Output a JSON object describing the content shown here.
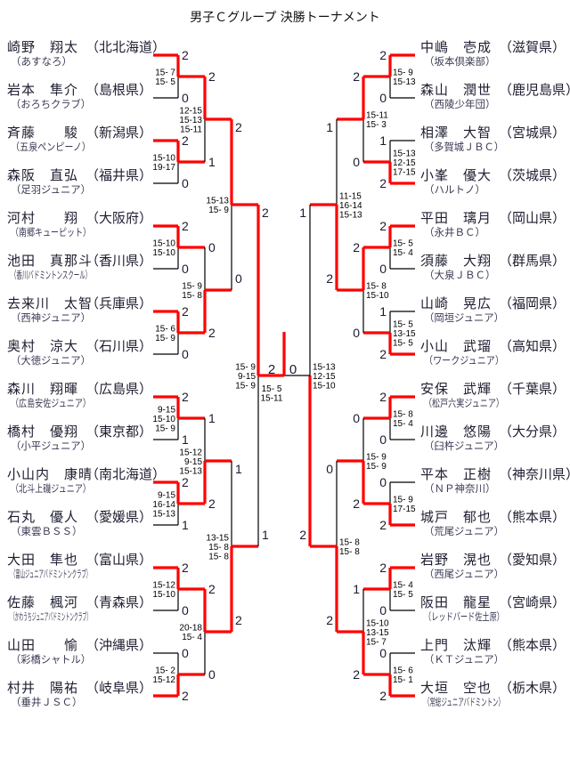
{
  "title": "男子Ｃグループ 決勝トーナメント",
  "colors": {
    "win": "#ff0000",
    "line": "#000000"
  },
  "left_players": [
    {
      "name": "崎野　翔太",
      "pref": "（北北海道）",
      "club": "（あすなろ）"
    },
    {
      "name": "岩本　隼介",
      "pref": "（島根県）",
      "club": "（おろちクラブ）"
    },
    {
      "name": "斉藤　　駿",
      "pref": "（新潟県）",
      "club": "（五泉ペンピーノ）"
    },
    {
      "name": "森阪　直弘",
      "pref": "（福井県）",
      "club": "（足羽ジュニア）"
    },
    {
      "name": "河村　　翔",
      "pref": "（大阪府）",
      "club": "（南郷キューピット）"
    },
    {
      "name": "池田　真那斗",
      "pref": "（香川県）",
      "club": "（香川バドミントンスクール）"
    },
    {
      "name": "去来川　太智",
      "pref": "（兵庫県）",
      "club": "（西神ジュニア）"
    },
    {
      "name": "奥村　涼大",
      "pref": "（石川県）",
      "club": "（大徳ジュニア）"
    },
    {
      "name": "森川　翔暉",
      "pref": "（広島県）",
      "club": "（広島安佐ジュニア）"
    },
    {
      "name": "橋村　優翔",
      "pref": "（東京都）",
      "club": "（小平ジュニア）"
    },
    {
      "name": "小山内　康晴",
      "pref": "（南北海道）",
      "club": "（北斗上磯ジュニア）"
    },
    {
      "name": "石丸　優人",
      "pref": "（愛媛県）",
      "club": "（東雲ＢＳＳ）"
    },
    {
      "name": "大田　隼也",
      "pref": "（富山県）",
      "club": "（富山ジュニアバドミントンクラブ）"
    },
    {
      "name": "佐藤　楓河",
      "pref": "（青森県）",
      "club": "（かわうちジュニアバドミントンクラブ）"
    },
    {
      "name": "山田　　愉",
      "pref": "（沖縄県）",
      "club": "（彩橋シャトル）"
    },
    {
      "name": "村井　陽祐",
      "pref": "（岐阜県）",
      "club": "（垂井ＪＳＣ）"
    }
  ],
  "right_players": [
    {
      "name": "中嶋　壱成",
      "pref": "（滋賀県）",
      "club": "（坂本倶楽部）"
    },
    {
      "name": "森山　潤世",
      "pref": "（鹿児島県）",
      "club": "（西陵少年団）"
    },
    {
      "name": "相澤　大智",
      "pref": "（宮城県）",
      "club": "（多賀城ＪＢＣ）"
    },
    {
      "name": "小峯　優大",
      "pref": "（茨城県）",
      "club": "（ハルトノ）"
    },
    {
      "name": "平田　璃月",
      "pref": "（岡山県）",
      "club": "（永井ＢＣ）"
    },
    {
      "name": "須藤　大翔",
      "pref": "（群馬県）",
      "club": "（大泉ＪＢＣ）"
    },
    {
      "name": "山崎　晃広",
      "pref": "（福岡県）",
      "club": "（岡垣ジュニア）"
    },
    {
      "name": "小山　武瑠",
      "pref": "（高知県）",
      "club": "（ワークジュニア）"
    },
    {
      "name": "安保　武輝",
      "pref": "（千葉県）",
      "club": "（松戸六実ジュニア）"
    },
    {
      "name": "川邊　悠陽",
      "pref": "（大分県）",
      "club": "（臼杵ジュニア）"
    },
    {
      "name": "平本　正樹",
      "pref": "（神奈川県）",
      "club": "（ＮＰ神奈川）"
    },
    {
      "name": "城戸　郁也",
      "pref": "（熊本県）",
      "club": "（荒尾ジュニア）"
    },
    {
      "name": "岩野　滉也",
      "pref": "（愛知県）",
      "club": "（西尾ジュニア）"
    },
    {
      "name": "阪田　龍星",
      "pref": "（宮崎県）",
      "club": "（レッドバード佐土原）"
    },
    {
      "name": "上門　汰輝",
      "pref": "（熊本県）",
      "club": "（ＫＴジュニア）"
    },
    {
      "name": "大垣　空也",
      "pref": "（栃木県）",
      "club": "（常総ジュニアバドミントン）"
    }
  ],
  "left_rounds": [
    [
      {
        "a": "2",
        "b": "0",
        "w": 0,
        "games": [
          "15- 7",
          "15- 5"
        ]
      },
      {
        "a": "2",
        "b": "0",
        "w": 0,
        "games": [
          "15-10",
          "19-17"
        ]
      },
      {
        "a": "2",
        "b": "0",
        "w": 0,
        "games": [
          "15-10",
          "15-10"
        ]
      },
      {
        "a": "2",
        "b": "0",
        "w": 0,
        "games": [
          "15- 6",
          "15- 9"
        ]
      },
      {
        "a": "2",
        "b": "1",
        "w": 0,
        "games": [
          "9-15",
          "15-10",
          "15- 9"
        ]
      },
      {
        "a": "2",
        "b": "1",
        "w": 0,
        "games": [
          "9-15",
          "16-14",
          "15-13"
        ]
      },
      {
        "a": "2",
        "b": "0",
        "w": 0,
        "games": [
          "15-12",
          "15-10"
        ]
      },
      {
        "a": "0",
        "b": "2",
        "w": 1,
        "games": [
          "15- 2",
          "15-12"
        ]
      }
    ],
    [
      {
        "a": "2",
        "b": "1",
        "w": 0,
        "games": [
          "12-15",
          "15-13",
          "15-11"
        ]
      },
      {
        "a": "0",
        "b": "2",
        "w": 1,
        "games": [
          "15- 9",
          "15- 8"
        ]
      },
      {
        "a": "1",
        "b": "2",
        "w": 1,
        "games": [
          "15-12",
          "9-15",
          "15-13"
        ]
      },
      {
        "a": "2",
        "b": "0",
        "w": 0,
        "games": [
          "20-18",
          "15- 4"
        ]
      }
    ],
    [
      {
        "a": "2",
        "b": "0",
        "w": 0,
        "games": [
          "15-13",
          "15- 9"
        ]
      },
      {
        "a": "1",
        "b": "2",
        "w": 1,
        "games": [
          "13-15",
          "15- 8",
          "15- 8"
        ]
      }
    ],
    [
      {
        "a": "2",
        "b": "1",
        "w": 0,
        "games": [
          "15- 9",
          "9-15",
          "15- 9"
        ]
      }
    ]
  ],
  "right_rounds": [
    [
      {
        "a": "2",
        "b": "0",
        "w": 0,
        "games": [
          "15- 9",
          "15-13"
        ]
      },
      {
        "a": "1",
        "b": "2",
        "w": 1,
        "games": [
          "15-13",
          "12-15",
          "17-15"
        ]
      },
      {
        "a": "2",
        "b": "0",
        "w": 0,
        "games": [
          "15- 5",
          "15- 4"
        ]
      },
      {
        "a": "1",
        "b": "2",
        "w": 1,
        "games": [
          "15- 5",
          "13-15",
          "15- 5"
        ]
      },
      {
        "a": "2",
        "b": "0",
        "w": 0,
        "games": [
          "15- 8",
          "15- 4"
        ]
      },
      {
        "a": "0",
        "b": "2",
        "w": 1,
        "games": [
          "15- 9",
          "17-15"
        ]
      },
      {
        "a": "2",
        "b": "0",
        "w": 0,
        "games": [
          "15- 4",
          "15- 5"
        ]
      },
      {
        "a": "0",
        "b": "2",
        "w": 1,
        "games": [
          "15- 6",
          "15- 1"
        ]
      }
    ],
    [
      {
        "a": "2",
        "b": "0",
        "w": 0,
        "games": [
          "15-11",
          "15- 3"
        ]
      },
      {
        "a": "2",
        "b": "0",
        "w": 0,
        "games": [
          "15- 8",
          "15-10"
        ]
      },
      {
        "a": "0",
        "b": "2",
        "w": 1,
        "games": [
          "15- 9",
          "15- 9"
        ]
      },
      {
        "a": "1",
        "b": "2",
        "w": 1,
        "games": [
          "15-10",
          "13-15",
          "15- 7"
        ]
      }
    ],
    [
      {
        "a": "1",
        "b": "2",
        "w": 1,
        "games": [
          "11-15",
          "16-14",
          "15-13"
        ]
      },
      {
        "a": "0",
        "b": "2",
        "w": 1,
        "games": [
          "15- 8",
          "15- 8"
        ]
      }
    ],
    [
      {
        "a": "1",
        "b": "2",
        "w": 1,
        "games": [
          "15-13",
          "12-15",
          "15-10"
        ]
      }
    ]
  ],
  "final": {
    "left": "2",
    "right": "0",
    "winner": "left",
    "games": [
      "15- 5",
      "15-11"
    ]
  }
}
